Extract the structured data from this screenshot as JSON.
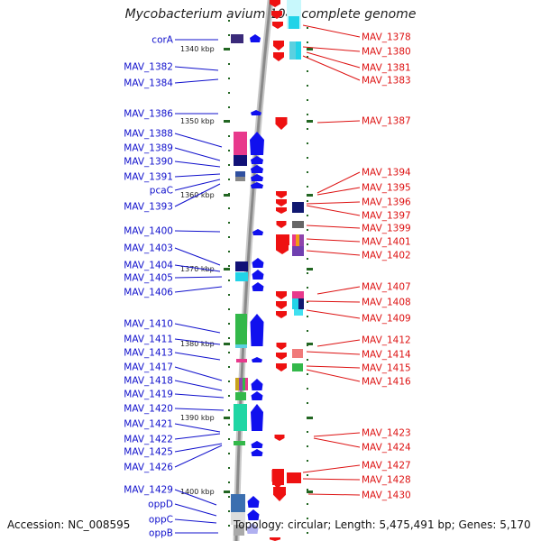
{
  "title": "Mycobacterium avium 104, complete genome",
  "footer": {
    "accession": "Accession: NC_008595",
    "stats": "Topology: circular; Length: 5,475,491 bp; Genes: 5,170"
  },
  "colors": {
    "left_label": "#1010cc",
    "right_label": "#dd1111",
    "left_strand": "#1010ee",
    "right_strand": "#ee1111",
    "backbone": "#999999",
    "tick": "#226622"
  },
  "scale_ticks": [
    {
      "label": "1340 kbp"
    },
    {
      "label": "1350 kbp"
    },
    {
      "label": "1360 kbp"
    },
    {
      "label": "1370 kbp"
    },
    {
      "label": "1380 kbp"
    },
    {
      "label": "1390 kbp"
    },
    {
      "label": "1400 kbp"
    }
  ],
  "left_genes": [
    "corA",
    "MAV_1382",
    "MAV_1384",
    "MAV_1386",
    "MAV_1388",
    "MAV_1389",
    "MAV_1390",
    "MAV_1391",
    "pcaC",
    "MAV_1393",
    "MAV_1400",
    "MAV_1403",
    "MAV_1404",
    "MAV_1405",
    "MAV_1406",
    "MAV_1410",
    "MAV_1411",
    "MAV_1413",
    "MAV_1417",
    "MAV_1418",
    "MAV_1419",
    "MAV_1420",
    "MAV_1421",
    "MAV_1422",
    "MAV_1425",
    "MAV_1426",
    "MAV_1429",
    "oppD",
    "oppC",
    "oppB"
  ],
  "right_genes": [
    "MAV_1378",
    "MAV_1380",
    "MAV_1381",
    "MAV_1383",
    "MAV_1387",
    "MAV_1394",
    "MAV_1395",
    "MAV_1396",
    "MAV_1397",
    "MAV_1399",
    "MAV_1401",
    "MAV_1402",
    "MAV_1407",
    "MAV_1408",
    "MAV_1409",
    "MAV_1412",
    "MAV_1414",
    "MAV_1415",
    "MAV_1416",
    "MAV_1423",
    "MAV_1424",
    "MAV_1427",
    "MAV_1428",
    "MAV_1430"
  ]
}
